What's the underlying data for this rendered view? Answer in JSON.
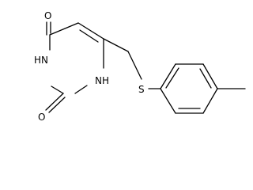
{
  "structure": {
    "atoms": {
      "o_top": "O",
      "nh_left": "HN",
      "nh_bottom": "NH",
      "o_bottom": "O",
      "s": "S"
    }
  }
}
